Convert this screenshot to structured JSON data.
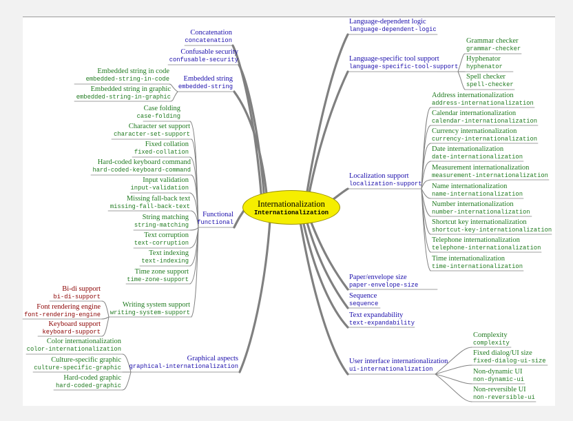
{
  "center": {
    "title": "Internationalization",
    "code": "Internationalization"
  },
  "colors": {
    "main": "#1a0dab",
    "leaf": "#1f7a1f",
    "leaf_dark": "#8b0000",
    "center_fill": "#f5ee00",
    "branch": "#808080"
  },
  "nodes": [
    {
      "id": "concatenation",
      "title": "Concatenation",
      "code": "concatenation"
    },
    {
      "id": "confusable",
      "title": "Confusable security",
      "code": "confusable-security"
    },
    {
      "id": "embedded",
      "title": "Embedded string",
      "code": "embedded-string"
    },
    {
      "id": "emb_code",
      "title": "Embedded string in code",
      "code": "embedded-string-in-code"
    },
    {
      "id": "emb_graphic",
      "title": "Embedded string in graphic",
      "code": "embedded-string-in-graphic"
    },
    {
      "id": "case_folding",
      "title": "Case folding",
      "code": "case-folding"
    },
    {
      "id": "charset",
      "title": "Character set support",
      "code": "character-set-support"
    },
    {
      "id": "fixed_coll",
      "title": "Fixed collation",
      "code": "fixed-collation"
    },
    {
      "id": "hardcoded_kb",
      "title": "Hard-coded keyboard command",
      "code": "hard-coded-keyboard-command"
    },
    {
      "id": "input_val",
      "title": "Input validation",
      "code": "input-validation"
    },
    {
      "id": "missing_fb",
      "title": "Missing fall-back text",
      "code": "missing-fall-back-text"
    },
    {
      "id": "functional",
      "title": "Functional",
      "code": "functional"
    },
    {
      "id": "string_match",
      "title": "String matching",
      "code": "string-matching"
    },
    {
      "id": "text_corr",
      "title": "Text corruption",
      "code": "text-corruption"
    },
    {
      "id": "text_idx",
      "title": "Text indexing",
      "code": "text-indexing"
    },
    {
      "id": "tz_support",
      "title": "Time zone support",
      "code": "time-zone-support"
    },
    {
      "id": "bidi",
      "title": "Bi-di support",
      "code": "bi-di-support"
    },
    {
      "id": "font_render",
      "title": "Font rendering engine",
      "code": "font-rendering-engine"
    },
    {
      "id": "kb_support",
      "title": "Keyboard support",
      "code": "keyboard-support"
    },
    {
      "id": "writing",
      "title": "Writing system support",
      "code": "writing-system-support"
    },
    {
      "id": "color_i18n",
      "title": "Color internationalization",
      "code": "color-internationalization"
    },
    {
      "id": "culture_gfx",
      "title": "Culture-specific graphic",
      "code": "culture-specific-graphic"
    },
    {
      "id": "graphical",
      "title": "Graphical aspects",
      "code": "graphical-internationalization"
    },
    {
      "id": "hardcoded_gfx",
      "title": "Hard-coded graphic",
      "code": "hard-coded-graphic"
    },
    {
      "id": "lang_logic",
      "title": "Language-dependent logic",
      "code": "language-dependent-logic"
    },
    {
      "id": "lang_tool",
      "title": "Language-specific tool support",
      "code": "language-specific-tool-support"
    },
    {
      "id": "grammar",
      "title": "Grammar checker",
      "code": "grammar-checker"
    },
    {
      "id": "hyphenator",
      "title": "Hyphenator",
      "code": "hyphenator"
    },
    {
      "id": "spell",
      "title": "Spell checker",
      "code": "spell-checker"
    },
    {
      "id": "addr",
      "title": "Address internationalization",
      "code": "address-internationalization"
    },
    {
      "id": "cal",
      "title": "Calendar internationalization",
      "code": "calendar-internationalization"
    },
    {
      "id": "curr",
      "title": "Currency internationalization",
      "code": "currency-internationalization"
    },
    {
      "id": "date",
      "title": "Date internationalization",
      "code": "date-internationalization"
    },
    {
      "id": "meas",
      "title": "Measurement internationalization",
      "code": "measurement-internationalization"
    },
    {
      "id": "localization",
      "title": "Localization support",
      "code": "localization-support"
    },
    {
      "id": "name_i18n",
      "title": "Name internationalization",
      "code": "name-internationalization"
    },
    {
      "id": "number_i18n",
      "title": "Number internationalization",
      "code": "number-internationalization"
    },
    {
      "id": "shortcut",
      "title": "Shortcut key internationalization",
      "code": "shortcut-key-internationalization"
    },
    {
      "id": "tel",
      "title": "Telephone internationalization",
      "code": "telephone-internationalization"
    },
    {
      "id": "time",
      "title": "Time internationalization",
      "code": "time-internationalization"
    },
    {
      "id": "paper",
      "title": "Paper/envelope size",
      "code": "paper-envelope-size"
    },
    {
      "id": "sequence",
      "title": "Sequence",
      "code": "sequence"
    },
    {
      "id": "text_exp",
      "title": "Text expandability",
      "code": "text-expandability"
    },
    {
      "id": "complexity",
      "title": "Complexity",
      "code": "complexity"
    },
    {
      "id": "fixed_dialog",
      "title": "Fixed dialog/UI size",
      "code": "fixed-dialog-ui-size"
    },
    {
      "id": "ui_i18n",
      "title": "User interface internationalization",
      "code": "ui-internationalization"
    },
    {
      "id": "nondyn",
      "title": "Non-dynamic UI",
      "code": "non-dynamic-ui"
    },
    {
      "id": "nonrev",
      "title": "Non-reversible UI",
      "code": "non-reversible-ui"
    }
  ]
}
